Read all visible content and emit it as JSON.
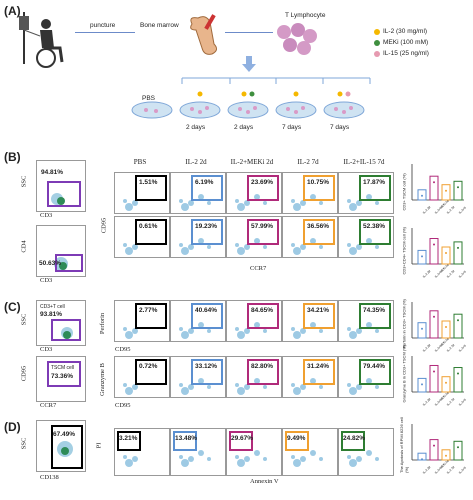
{
  "panel_a": {
    "letter": "(A)",
    "puncture": "puncture",
    "bone_marrow": "Bone marrow",
    "t_lymphocyte": "T Lymphocyte",
    "pbs": "PBS",
    "days": [
      "2 days",
      "2 days",
      "7 days",
      "7 days"
    ],
    "legend": [
      {
        "label": "IL-2 (30 mg/ml)",
        "color": "#f5b800"
      },
      {
        "label": "MEKi (100 mM)",
        "color": "#3f8f3f"
      },
      {
        "label": "IL-15 (25 ng/ml)",
        "color": "#e69ab0"
      }
    ]
  },
  "panel_b": {
    "letter": "(B)",
    "columns": [
      "PBS",
      "IL-2 2d",
      "IL-2+MEKi 2d",
      "IL-2 7d",
      "IL-2+IL-15 7d"
    ],
    "row1": [
      "1.51%",
      "6.19%",
      "23.69%",
      "10.75%",
      "17.87%"
    ],
    "row2": [
      "0.61%",
      "19.23%",
      "57.99%",
      "36.56%",
      "52.38%"
    ],
    "left1_pct": "94.81%",
    "left2_pct": "50.63%",
    "left1_y": "SSC",
    "left1_x": "CD3",
    "left2_y": "CD4",
    "left2_x": "CD3",
    "y_axis": "CD95",
    "x_axis": "CCR7",
    "bar1_label": "CD3+ TSCM cell (%)",
    "bar2_label": "CD3+CD4+ TSCM cell (%)"
  },
  "panel_c": {
    "letter": "(C)",
    "row1": [
      "2.77%",
      "40.64%",
      "84.65%",
      "34.21%",
      "74.35%"
    ],
    "row2": [
      "0.72%",
      "33.12%",
      "82.80%",
      "31.24%",
      "79.44%"
    ],
    "left1_text": "CD3+T cell",
    "left1_pct": "93.81%",
    "left2_text": "TSCM cell",
    "left2_pct": "73.36%",
    "left1_y": "SSC",
    "left1_x": "CD3",
    "left2_y": "CD95",
    "left2_x": "CCR7",
    "y1": "Perforin",
    "x1": "CD95",
    "y2": "Granzyme B",
    "x2": "CD95",
    "bar1_label": "Perforin in CD3+ TSCM (%)",
    "bar2_label": "Granzyme B in CD3+ TSCM (%)"
  },
  "panel_d": {
    "letter": "(D)",
    "row": [
      "3.21%",
      "13.48%",
      "29.67%",
      "9.49%",
      "24.82%"
    ],
    "left_pct": "67.49%",
    "left_y": "SSC",
    "left_x": "CD138",
    "y_axis": "PI",
    "x_axis": "Annexin V",
    "bar_label": "The Apotosis of RPMI 8226 cell (%)"
  },
  "gate_colors": [
    "#000000",
    "#5b8fd0",
    "#b02a7a",
    "#f0a030",
    "#2e7d32"
  ],
  "bar_groups": [
    "IL-2 2d",
    "IL-2+MEKi 2d",
    "IL-2 7d",
    "IL-2+IL-15 7d"
  ]
}
